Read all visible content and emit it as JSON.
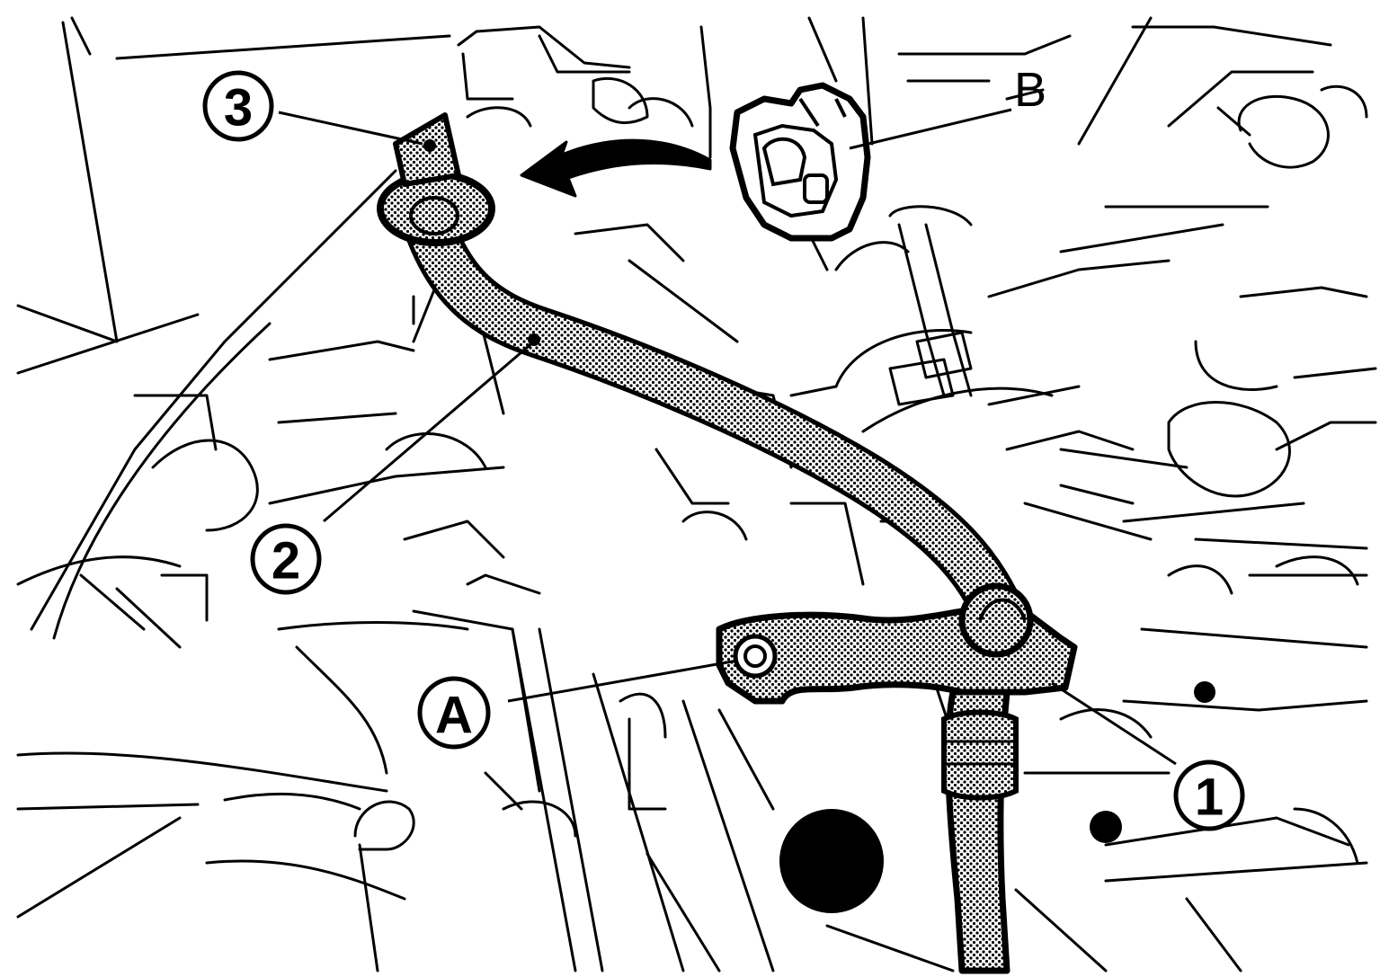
{
  "callouts": {
    "part_1": "1",
    "part_2": "2",
    "part_3": "3",
    "point_a": "A",
    "point_b": "B"
  },
  "colors": {
    "line": "#000000",
    "background": "#ffffff",
    "highlight_dots": "#000000"
  },
  "icons": {
    "direction_arrow": "curved-arrow-left-icon",
    "connector": "connector-icon",
    "bolt": "bolt-icon"
  }
}
